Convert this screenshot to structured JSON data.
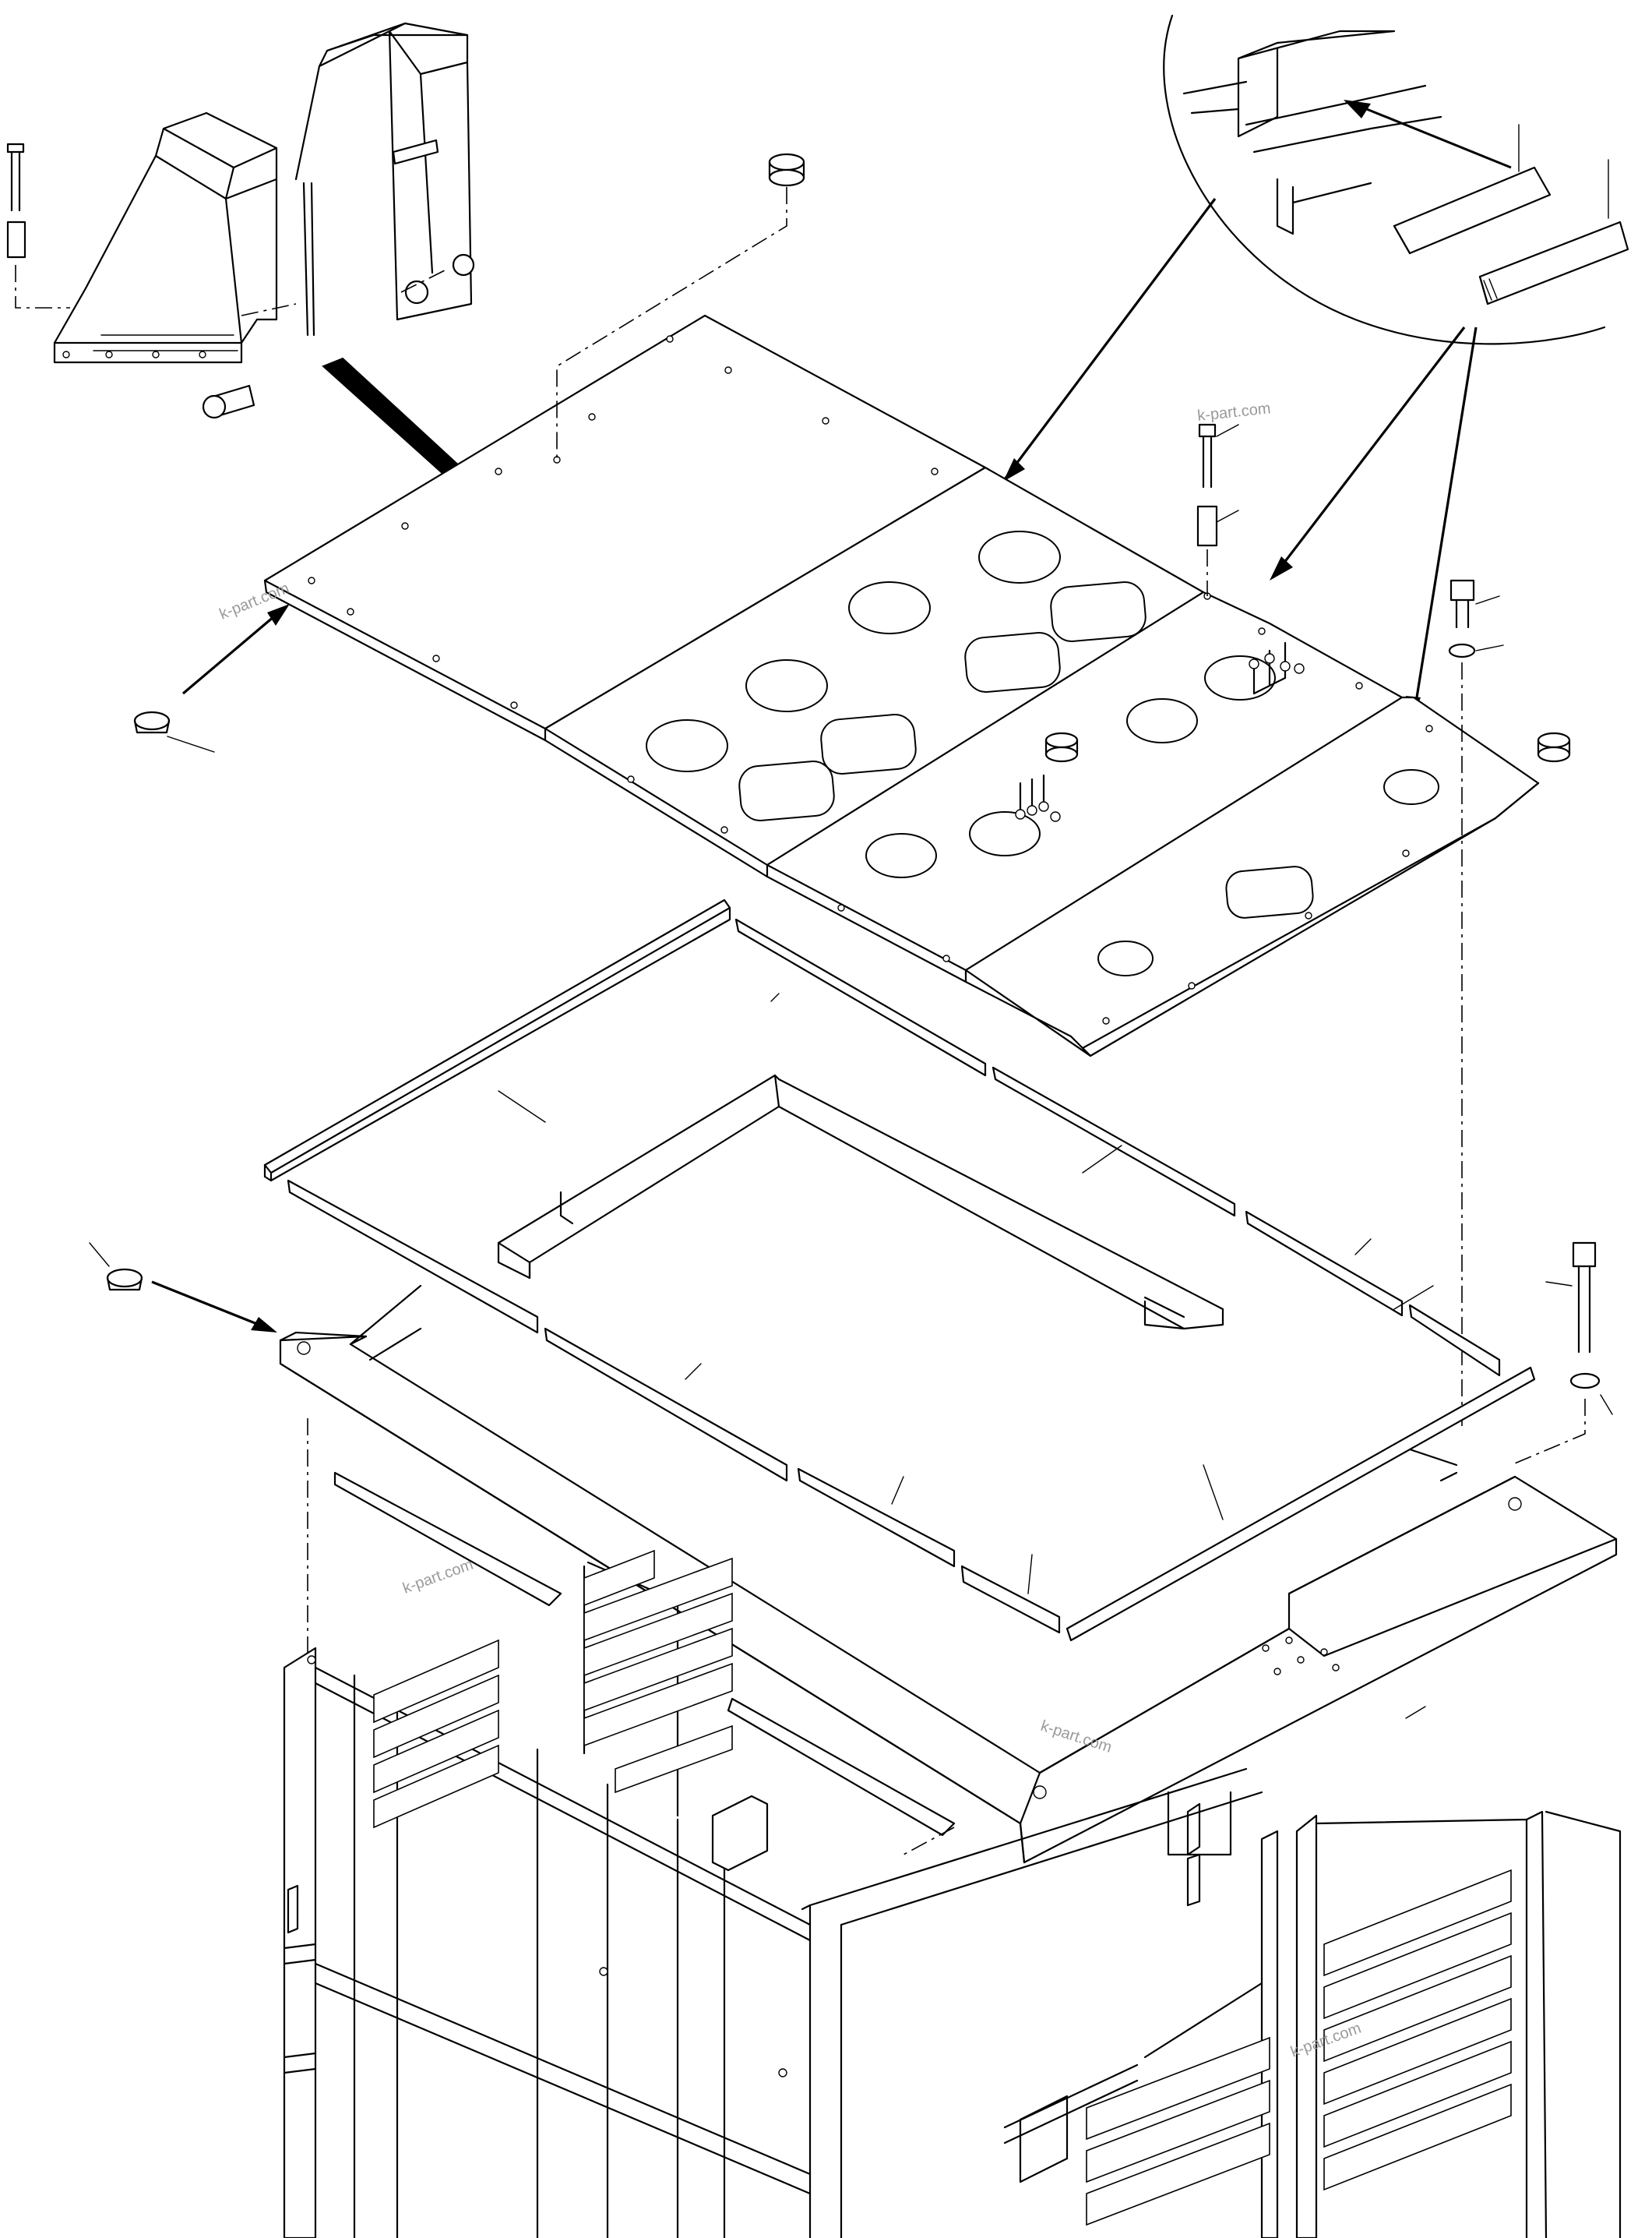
{
  "watermarks": [
    "k-part.com",
    "k-part.com",
    "k-part.com",
    "k-part.com",
    "k-part.com"
  ],
  "colors": {
    "line": "#000000",
    "background": "#ffffff",
    "watermark": "#9a9a9a"
  }
}
